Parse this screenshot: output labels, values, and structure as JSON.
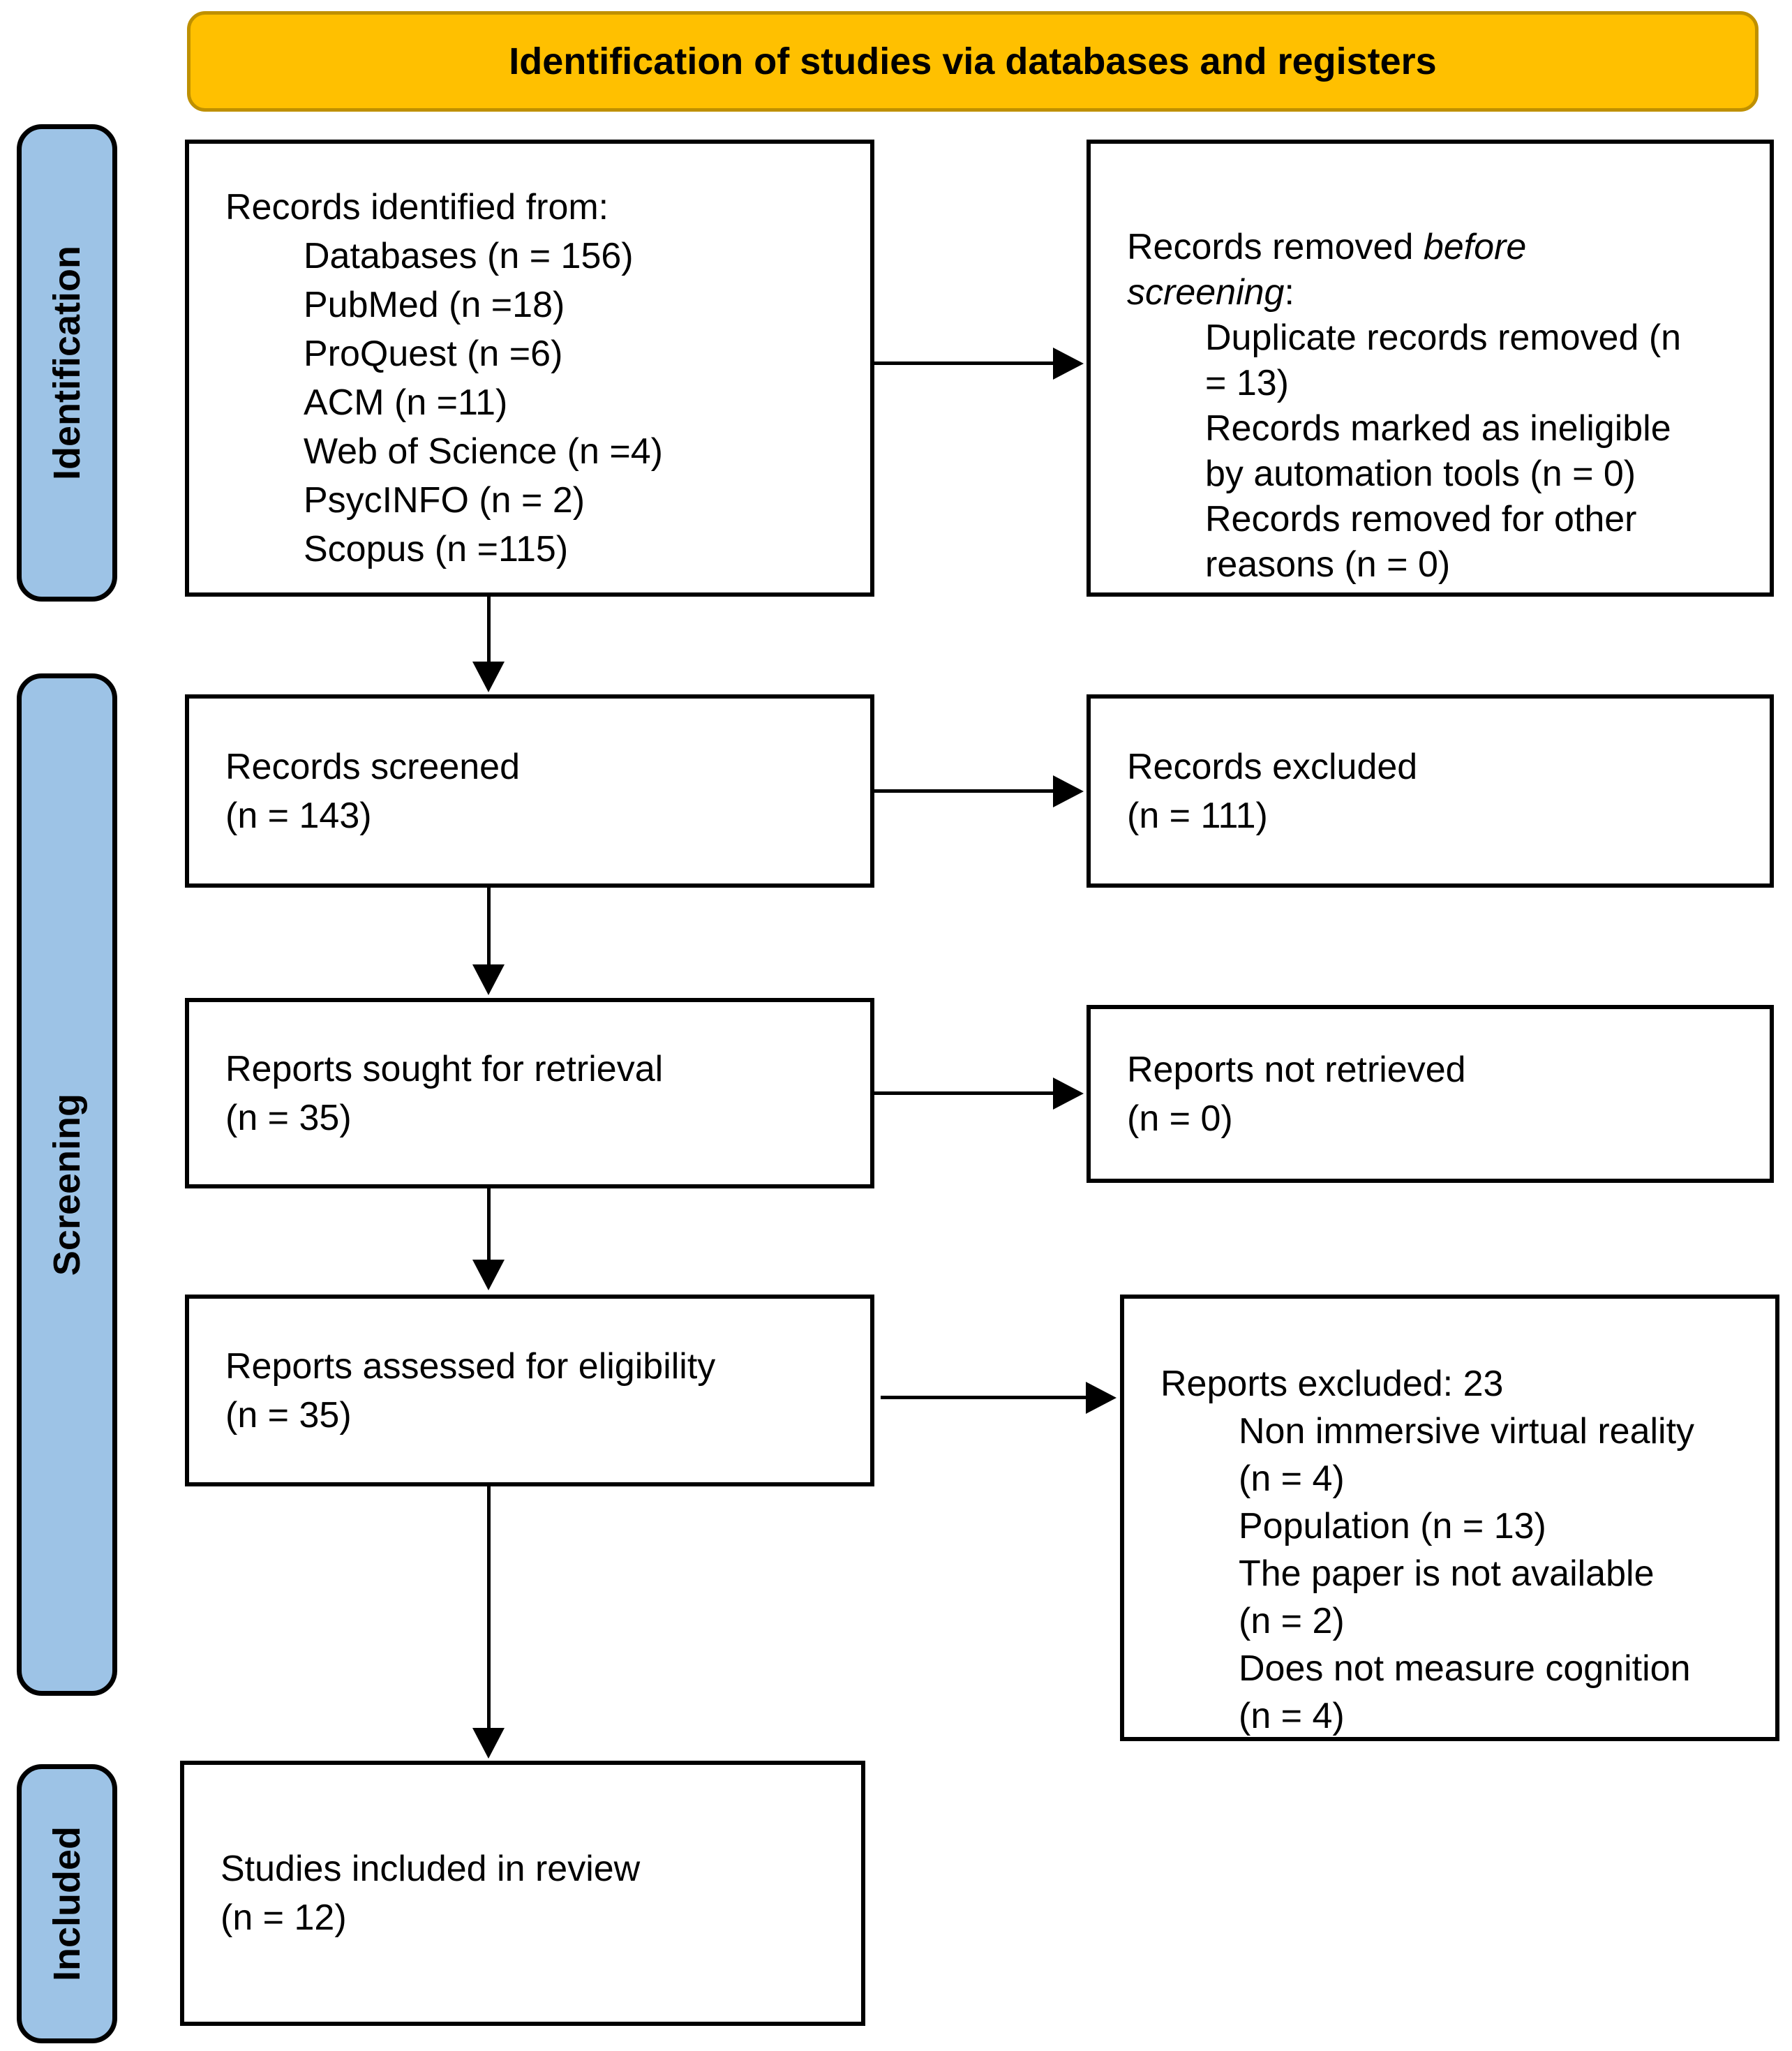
{
  "title_bar": {
    "label": "Identification of studies via databases and registers"
  },
  "stages": [
    {
      "label": "Identification"
    },
    {
      "label": "Screening"
    },
    {
      "label": "Included"
    }
  ],
  "colors": {
    "header_fill": "#FFC000",
    "header_border": "#BF9000",
    "stage_fill": "#9DC3E6",
    "stage_border": "#000000",
    "box_fill": "#FFFFFF",
    "box_border": "#000000",
    "arrow": "#000000",
    "text": "#000000"
  },
  "boxes": {
    "records_identified": {
      "lines": [
        {
          "indent": 0,
          "runs": [
            {
              "text": "Records identified from:"
            }
          ]
        },
        {
          "indent": 1,
          "runs": [
            {
              "text": "Databases (n = 156)"
            }
          ]
        },
        {
          "indent": 1,
          "runs": [
            {
              "text": "PubMed (n =18)"
            }
          ]
        },
        {
          "indent": 1,
          "runs": [
            {
              "text": "ProQuest (n =6)"
            }
          ]
        },
        {
          "indent": 1,
          "runs": [
            {
              "text": "ACM (n =11)"
            }
          ]
        },
        {
          "indent": 1,
          "runs": [
            {
              "text": "Web of Science (n =4)"
            }
          ]
        },
        {
          "indent": 1,
          "runs": [
            {
              "text": "PsycINFO (n = 2)"
            }
          ]
        },
        {
          "indent": 1,
          "runs": [
            {
              "text": "Scopus (n =115)"
            }
          ]
        }
      ]
    },
    "records_removed": {
      "lines": [
        {
          "indent": 0,
          "runs": [
            {
              "text": "Records removed "
            },
            {
              "text": "before",
              "italic": true
            }
          ]
        },
        {
          "indent": 0,
          "runs": [
            {
              "text": "screening",
              "italic": true
            },
            {
              "text": ":"
            }
          ]
        },
        {
          "indent": 1,
          "runs": [
            {
              "text": "Duplicate records removed (n"
            }
          ]
        },
        {
          "indent": 1,
          "runs": [
            {
              "text": "= 13)"
            }
          ]
        },
        {
          "indent": 1,
          "runs": [
            {
              "text": "Records marked as ineligible"
            }
          ]
        },
        {
          "indent": 1,
          "runs": [
            {
              "text": "by automation tools (n = 0)"
            }
          ]
        },
        {
          "indent": 1,
          "runs": [
            {
              "text": "Records removed for other"
            }
          ]
        },
        {
          "indent": 1,
          "runs": [
            {
              "text": "reasons (n = 0)"
            }
          ]
        }
      ]
    },
    "records_screened": {
      "lines": [
        {
          "indent": 0,
          "runs": [
            {
              "text": "Records screened"
            }
          ]
        },
        {
          "indent": 0,
          "runs": [
            {
              "text": "(n = 143)"
            }
          ]
        }
      ]
    },
    "records_excluded": {
      "lines": [
        {
          "indent": 0,
          "runs": [
            {
              "text": "Records excluded"
            }
          ]
        },
        {
          "indent": 0,
          "runs": [
            {
              "text": "(n = 111)"
            }
          ]
        }
      ]
    },
    "reports_sought": {
      "lines": [
        {
          "indent": 0,
          "runs": [
            {
              "text": "Reports sought for retrieval"
            }
          ]
        },
        {
          "indent": 0,
          "runs": [
            {
              "text": "(n = 35)"
            }
          ]
        }
      ]
    },
    "reports_not_retrieved": {
      "lines": [
        {
          "indent": 0,
          "runs": [
            {
              "text": "Reports not retrieved"
            }
          ]
        },
        {
          "indent": 0,
          "runs": [
            {
              "text": "(n = 0)"
            }
          ]
        }
      ]
    },
    "reports_assessed": {
      "lines": [
        {
          "indent": 0,
          "runs": [
            {
              "text": "Reports assessed for eligibility"
            }
          ]
        },
        {
          "indent": 0,
          "runs": [
            {
              "text": "(n = 35)"
            }
          ]
        }
      ]
    },
    "reports_excluded": {
      "lines": [
        {
          "indent": 0,
          "runs": [
            {
              "text": "Reports excluded: 23"
            }
          ]
        },
        {
          "indent": 1,
          "runs": [
            {
              "text": "Non immersive virtual reality"
            }
          ]
        },
        {
          "indent": 1,
          "runs": [
            {
              "text": "(n = 4)"
            }
          ]
        },
        {
          "indent": 1,
          "runs": [
            {
              "text": "Population (n = 13)"
            }
          ]
        },
        {
          "indent": 1,
          "runs": [
            {
              "text": "The paper is not available"
            }
          ]
        },
        {
          "indent": 1,
          "runs": [
            {
              "text": "(n = 2)"
            }
          ]
        },
        {
          "indent": 1,
          "runs": [
            {
              "text": "Does not measure cognition"
            }
          ]
        },
        {
          "indent": 1,
          "runs": [
            {
              "text": "(n = 4)"
            }
          ]
        }
      ]
    },
    "studies_included": {
      "lines": [
        {
          "indent": 0,
          "runs": [
            {
              "text": "Studies included in review"
            }
          ]
        },
        {
          "indent": 0,
          "runs": [
            {
              "text": "(n = 12)"
            }
          ]
        }
      ]
    }
  }
}
